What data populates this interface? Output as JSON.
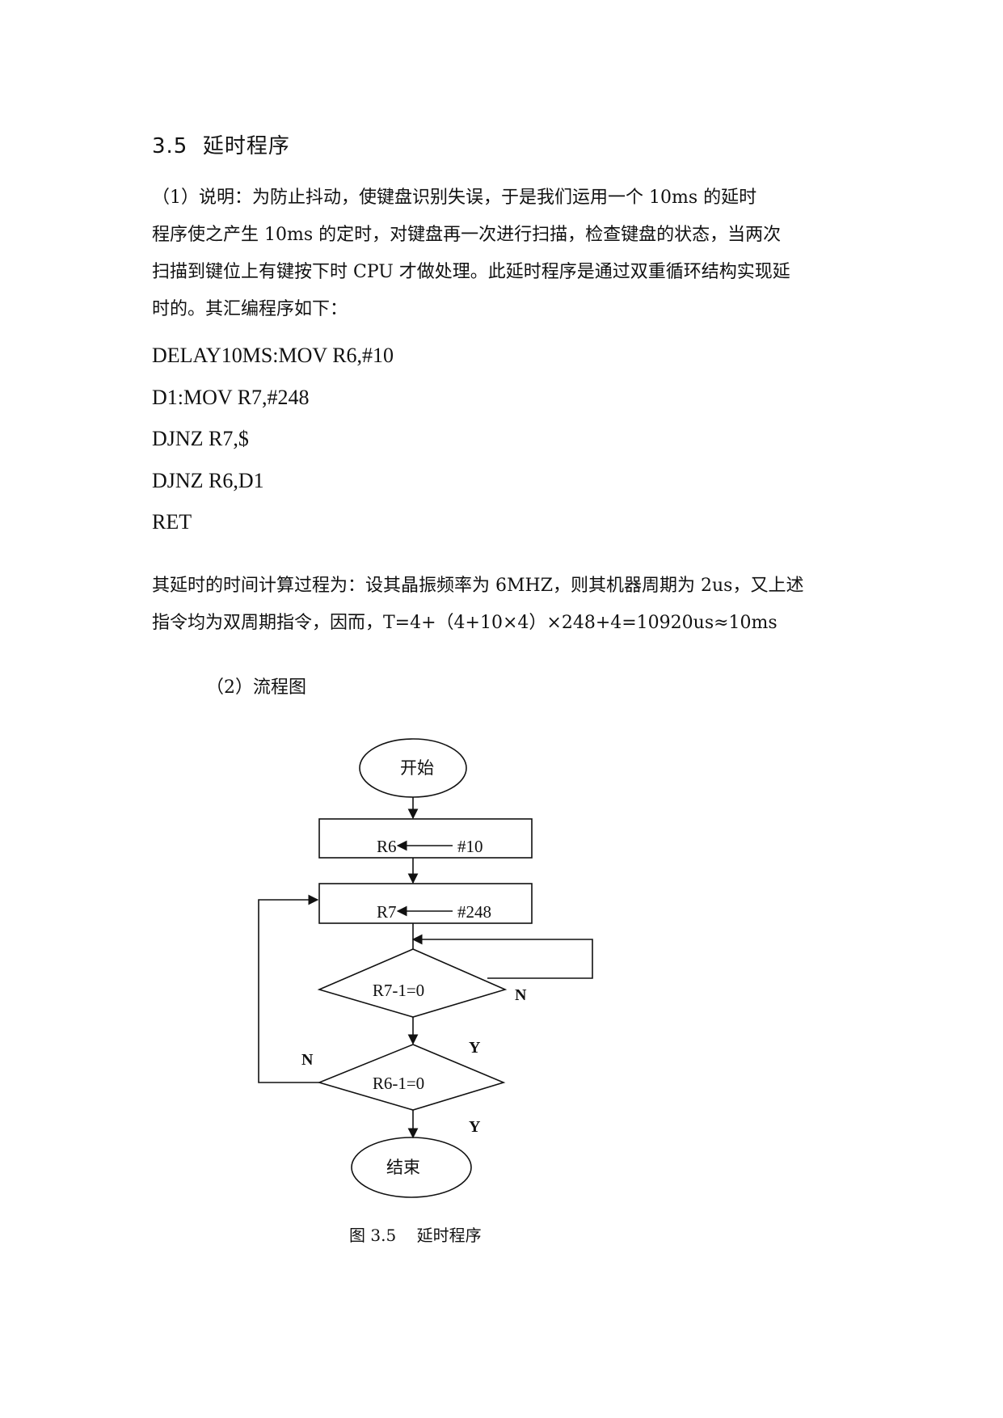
{
  "section": {
    "number": "3.5",
    "title": "延时程序"
  },
  "description": {
    "lines": [
      "（1）说明：为防止抖动，使键盘识别失误，于是我们运用一个 10ms 的延时",
      "程序使之产生 10ms 的定时，对键盘再一次进行扫描，检查键盘的状态，当两次",
      "扫描到键位上有键按下时 CPU 才做处理。此延时程序是通过双重循环结构实现延",
      "时的。其汇编程序如下："
    ]
  },
  "code": [
    "DELAY10MS:MOV R6,#10",
    "D1:MOV R7,#248",
    "DJNZ R7,$",
    "DJNZ R6,D1",
    "RET"
  ],
  "calc": {
    "lines": [
      "其延时的时间计算过程为：设其晶振频率为 6MHZ，则其机器周期为 2us，又上述",
      "指令均为双周期指令，因而，T=4+（4+10×4）×248+4=10920us≈10ms"
    ]
  },
  "subheading": "（2）流程图",
  "flowchart": {
    "start": "开始",
    "box1_left": "R6",
    "box1_right": "#10",
    "box2_left": "R7",
    "box2_right": "#248",
    "decision1": "R7-1=0",
    "decision2": "R6-1=0",
    "label_n1": "N",
    "label_y1": "Y",
    "label_n2": "N",
    "label_y2": "Y",
    "end": "结束"
  },
  "caption": "图 3.5    延时程序"
}
